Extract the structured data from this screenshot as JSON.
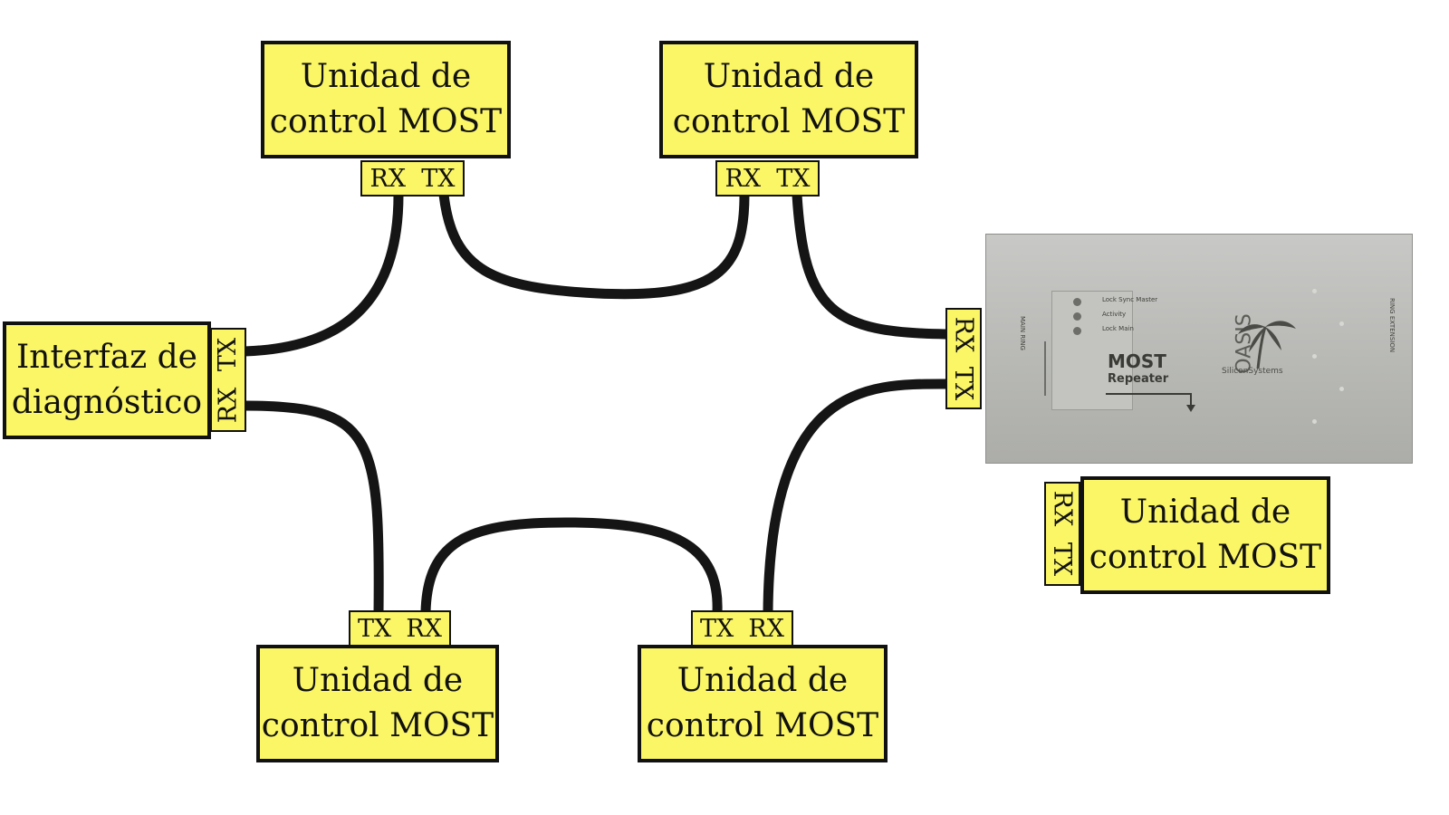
{
  "diagram": {
    "units": {
      "top_left": [
        "Unidad de",
        "control MOST"
      ],
      "top_right": [
        "Unidad de",
        "control MOST"
      ],
      "bottom_left": [
        "Unidad de",
        "control MOST"
      ],
      "bottom_right": [
        "Unidad de",
        "control MOST"
      ],
      "right_extension": [
        "Unidad de",
        "control MOST"
      ],
      "diagnostic": [
        "Interfaz de",
        "diagnóstico"
      ]
    },
    "ports": {
      "rx": "RX",
      "tx": "TX"
    },
    "device": {
      "led_labels": [
        "Lock Sync Master",
        "Activity",
        "Lock Main"
      ],
      "side_label_left": "MAIN RING",
      "side_label_right": "RING EXTENSION",
      "brand_main": "MOST",
      "brand_sub": "Repeater",
      "logo_text": "OASIS",
      "logo_sub": "SiliconSystems"
    },
    "colors": {
      "unit_fill": "#fbf666",
      "border": "#111111",
      "cable": "#151515",
      "device_body": "#b8b9b5"
    }
  }
}
